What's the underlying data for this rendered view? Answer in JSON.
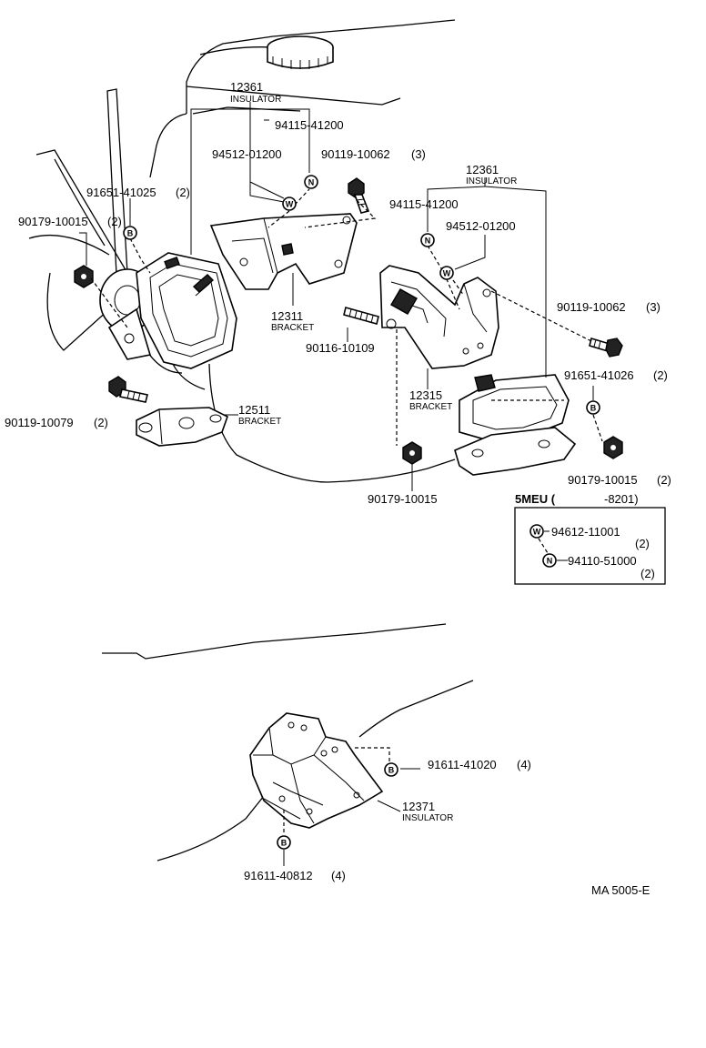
{
  "diagram_code": "MA 5005-E",
  "callouts": {
    "ins_a_num": "12361",
    "ins_a_lbl": "INSULATOR",
    "a_94115": "94115-41200",
    "a_94512": "94512-01200",
    "a_90119": "90119-10062",
    "a_90119_qty": "(3)",
    "a_91651": "91651-41025",
    "a_91651_qty": "(2)",
    "a_90179": "90179-10015",
    "a_90179_qty": "(2)",
    "br_12311_num": "12311",
    "br_12311_lbl": "BRACKET",
    "ins_b_num": "12361",
    "ins_b_lbl": "INSULATOR",
    "b_94115": "94115-41200",
    "b_94512": "94512-01200",
    "b_90116": "90116-10109",
    "b_90119": "90119-10062",
    "b_90119_qty": "(3)",
    "b_91651": "91651-41026",
    "b_91651_qty": "(2)",
    "br_12315_num": "12315",
    "br_12315_lbl": "BRACKET",
    "c_90119": "90119-10079",
    "c_90119_qty": "(2)",
    "br_12511_num": "12511",
    "br_12511_lbl": "BRACKET",
    "c_90179": "90179-10015",
    "b_90179": "90179-10015",
    "b_90179_qty": "(2)",
    "d_91611_top": "91611-41020",
    "d_91611_top_qty": "(4)",
    "ins_c_num": "12371",
    "ins_c_lbl": "INSULATOR",
    "d_91611_bot": "91611-40812",
    "d_91611_bot_qty": "(4)"
  },
  "inset": {
    "title": "5MEU (",
    "title_range": "-8201)",
    "row1_part": "94612-11001",
    "row1_qty": "(2)",
    "row2_part": "94110-51000",
    "row2_qty": "(2)"
  },
  "symbols": {
    "washer": "W",
    "nut": "N",
    "bolt": "B"
  }
}
